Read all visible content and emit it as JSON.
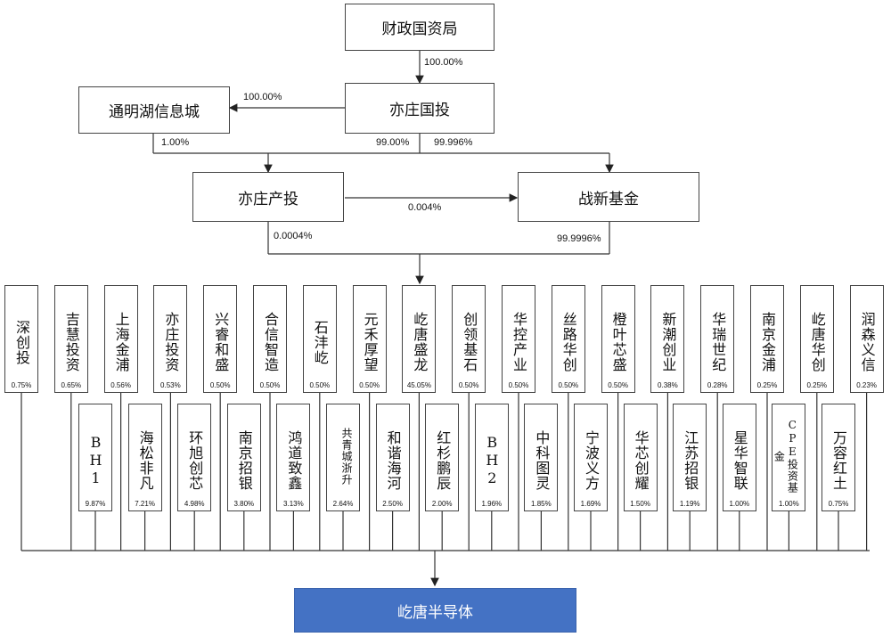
{
  "top": {
    "finance": "财政国资局",
    "yizhuang_invest": "亦庄国投",
    "tongming": "通明湖信息城",
    "yizhuang_industry": "亦庄产投",
    "zhanxin": "战新基金",
    "target": "屹唐半导体"
  },
  "edges": {
    "finance_to_yzgt": "100.00%",
    "yzgt_to_tongming": "100.00%",
    "tongming_down": "1.00%",
    "yzgt_to_industry": "99.00%",
    "yzgt_to_zhanxin": "99.996%",
    "industry_to_zhanxin": "0.004%",
    "industry_down": "0.0004%",
    "zhanxin_down": "99.9996%"
  },
  "shareholders_top": [
    {
      "name": "深创投",
      "pct": "0.75%"
    },
    {
      "name": "吉慧投资",
      "pct": "0.65%"
    },
    {
      "name": "上海金浦",
      "pct": "0.56%"
    },
    {
      "name": "亦庄投资",
      "pct": "0.53%"
    },
    {
      "name": "兴睿和盛",
      "pct": "0.50%"
    },
    {
      "name": "合信智造",
      "pct": "0.50%"
    },
    {
      "name": "石沣屹",
      "pct": "0.50%"
    },
    {
      "name": "元禾厚望",
      "pct": "0.50%"
    },
    {
      "name": "屹唐盛龙",
      "pct": "45.05%"
    },
    {
      "name": "创领基石",
      "pct": "0.50%"
    },
    {
      "name": "华控产业",
      "pct": "0.50%"
    },
    {
      "name": "丝路华创",
      "pct": "0.50%"
    },
    {
      "name": "橙叶芯盛",
      "pct": "0.50%"
    },
    {
      "name": "新潮创业",
      "pct": "0.38%"
    },
    {
      "name": "华瑞世纪",
      "pct": "0.28%"
    },
    {
      "name": "南京金浦",
      "pct": "0.25%"
    },
    {
      "name": "屹唐华创",
      "pct": "0.25%"
    },
    {
      "name": "润森义信",
      "pct": "0.23%"
    }
  ],
  "shareholders_bottom": [
    {
      "name": "BH1",
      "pct": "9.87%"
    },
    {
      "name": "海松非凡",
      "pct": "7.21%"
    },
    {
      "name": "环旭创芯",
      "pct": "4.98%"
    },
    {
      "name": "南京招银",
      "pct": "3.80%"
    },
    {
      "name": "鸿道致鑫",
      "pct": "3.13%"
    },
    {
      "name": "共青城浙升",
      "pct": "2.64%"
    },
    {
      "name": "和谐海河",
      "pct": "2.50%"
    },
    {
      "name": "红杉鹏辰",
      "pct": "2.00%"
    },
    {
      "name": "BH2",
      "pct": "1.96%"
    },
    {
      "name": "中科图灵",
      "pct": "1.85%"
    },
    {
      "name": "宁波义方",
      "pct": "1.69%"
    },
    {
      "name": "华芯创耀",
      "pct": "1.50%"
    },
    {
      "name": "江苏招银",
      "pct": "1.19%"
    },
    {
      "name": "星华智联",
      "pct": "1.00%"
    },
    {
      "name": "CPE投资基金",
      "pct": "1.00%"
    },
    {
      "name": "万容红土",
      "pct": "0.75%"
    }
  ]
}
